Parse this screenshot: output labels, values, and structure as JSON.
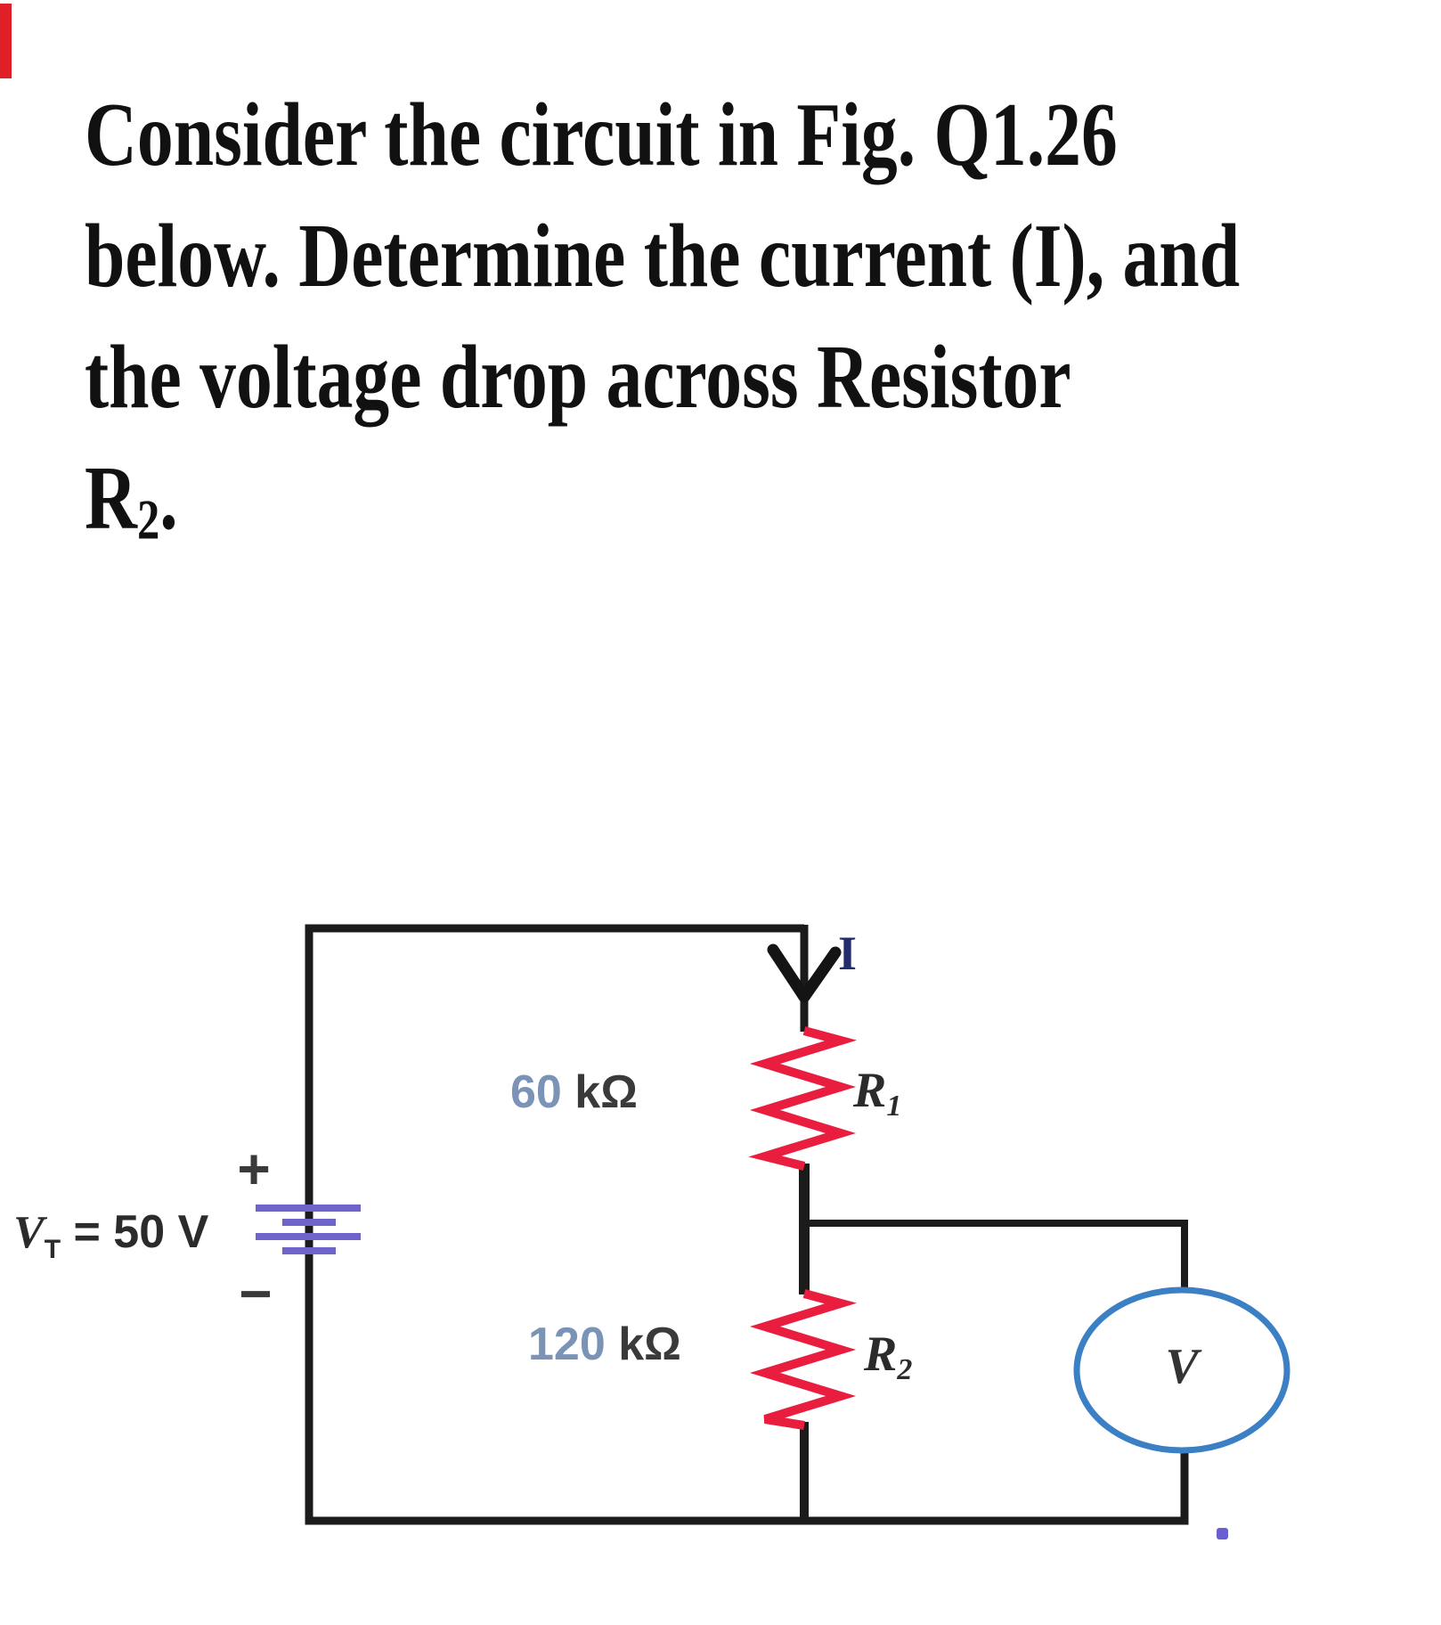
{
  "problem": {
    "lines": [
      "Consider the circuit in Fig. Q1.26",
      "below. Determine the current (I), and",
      "the voltage drop across Resistor"
    ],
    "line4": {
      "main": "R",
      "sub": "2",
      "end": "."
    }
  },
  "circuit": {
    "current_label": "I",
    "source": {
      "plus": "+",
      "minus": "−",
      "symbol": "V",
      "symbol_sub": "T",
      "equals_value": "= 50 V"
    },
    "r1": {
      "value": "60",
      "unit": "kΩ",
      "name": "R",
      "sub": "1"
    },
    "r2": {
      "value": "120",
      "unit": "kΩ",
      "name": "R",
      "sub": "2"
    },
    "voltmeter": {
      "label": "V"
    }
  },
  "colors": {
    "wire": "#1b1b1b",
    "resistor_red": "#e91e3f",
    "battery_purple": "#6e63c8",
    "voltmeter_blue": "#3b7fc4",
    "value_blue": "#7b93b6",
    "current_navy": "#232d6e",
    "text_black": "#111111",
    "label_gray": "#3a3a3a",
    "dot_purple": "#6a5fd0",
    "edge_red": "#e02028"
  }
}
